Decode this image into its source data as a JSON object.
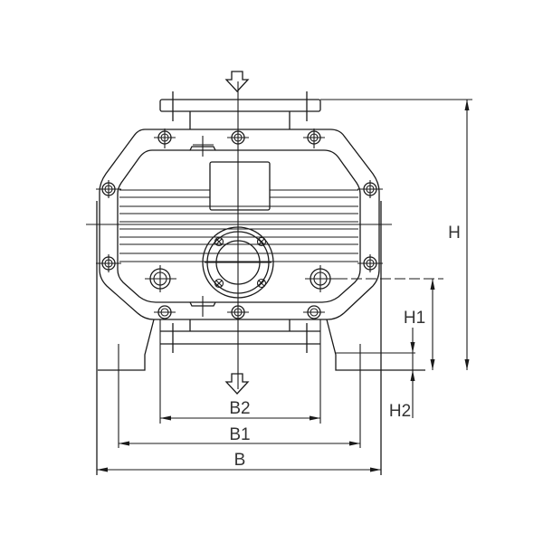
{
  "drawing": {
    "type": "pump-outline-front-view",
    "line_color": "#1a1a1a",
    "background": "#ffffff",
    "flow_arrows": [
      {
        "name": "inlet-arrow",
        "direction": "down",
        "position": "top"
      },
      {
        "name": "outlet-arrow",
        "direction": "down",
        "position": "bottom"
      }
    ]
  },
  "dimensions": {
    "H": "H",
    "H1": "H1",
    "H2": "H2",
    "B": "B",
    "B1": "B1",
    "B2": "B2"
  }
}
